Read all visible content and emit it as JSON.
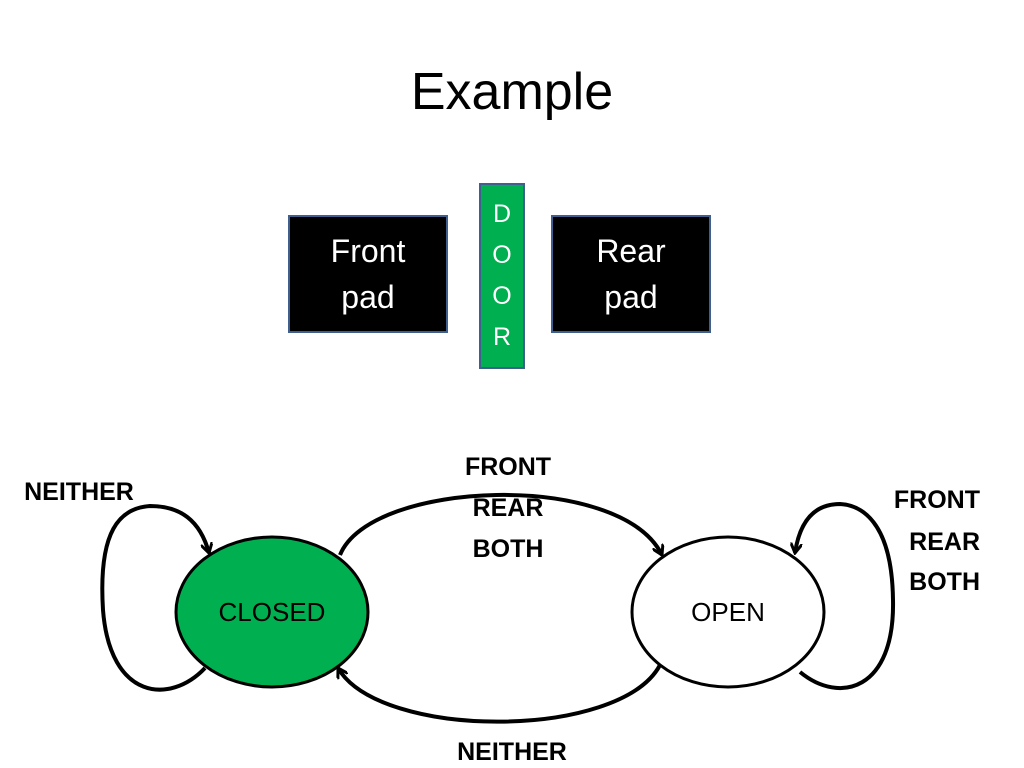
{
  "title": "Example",
  "pads": {
    "front": [
      "Front",
      "pad"
    ],
    "rear": [
      "Rear",
      "pad"
    ]
  },
  "door": [
    "D",
    "O",
    "O",
    "R"
  ],
  "states": {
    "closed": {
      "label": "CLOSED",
      "fill": "#00b050"
    },
    "open": {
      "label": "OPEN",
      "fill": "#ffffff"
    }
  },
  "transitions": {
    "closed_self": {
      "lines": [
        "NEITHER"
      ]
    },
    "closed_to_open": {
      "lines": [
        "FRONT",
        "REAR",
        "BOTH"
      ]
    },
    "open_self": {
      "lines": [
        "FRONT",
        "REAR",
        "BOTH"
      ]
    },
    "open_to_closed": {
      "lines": [
        "NEITHER"
      ]
    }
  }
}
